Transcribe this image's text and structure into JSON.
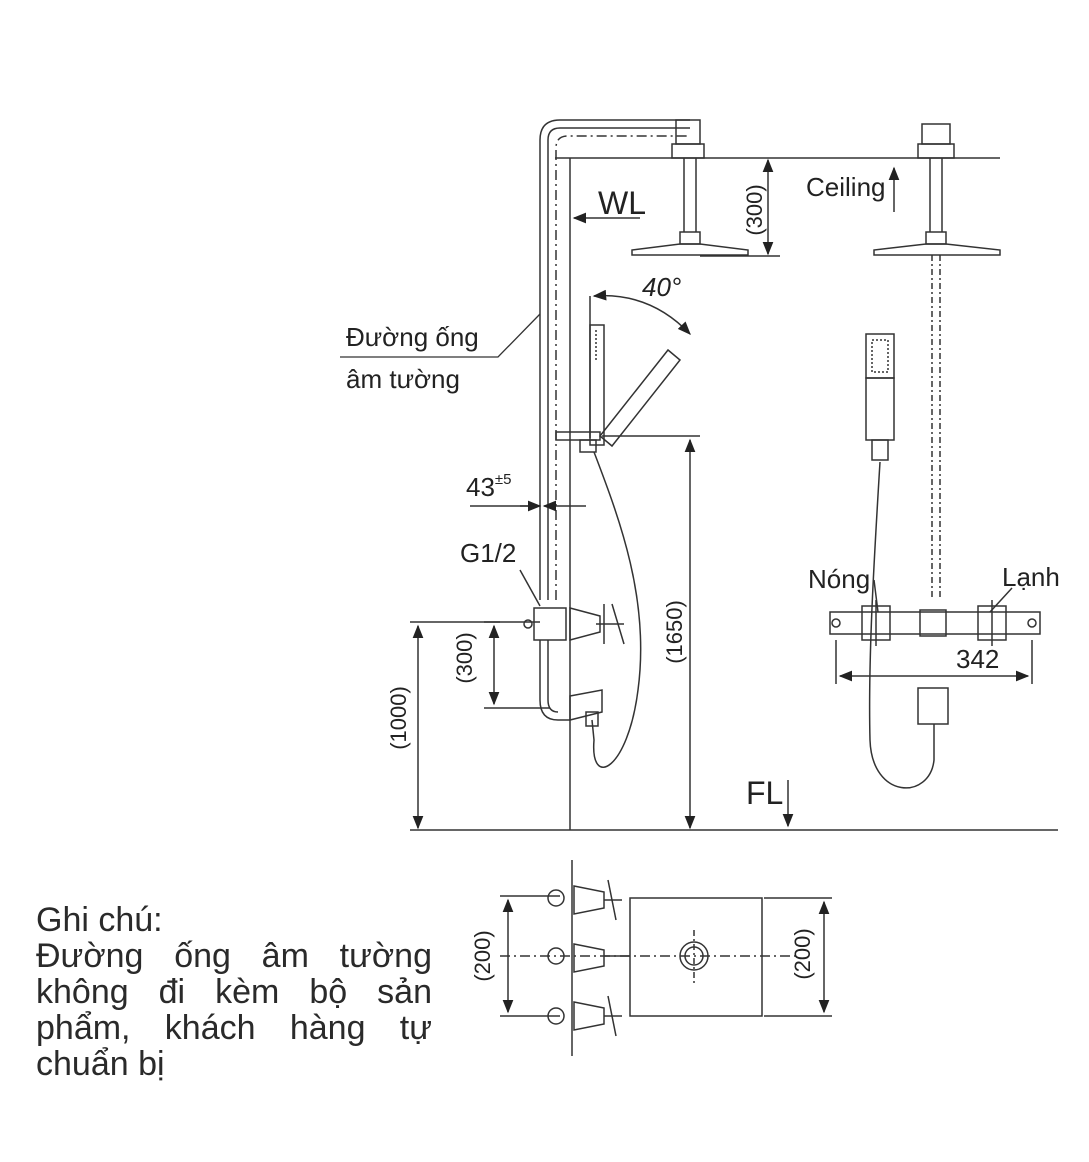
{
  "labels": {
    "wl": "WL",
    "ceiling": "Ceiling",
    "fl": "FL",
    "angle": "40°",
    "pipe_line1": "Đường ống",
    "pipe_line2": "âm tường",
    "offset_base": "43",
    "offset_tol": "±5",
    "thread": "G1/2",
    "hot": "Nóng",
    "cold": "Lạnh"
  },
  "dimensions": {
    "ceiling_drop": "(300)",
    "handshower_height": "(1650)",
    "valve_spacing": "(300)",
    "mixer_height": "(1000)",
    "mixer_width": "342",
    "plan_left": "(200)",
    "plan_right": "(200)"
  },
  "note": {
    "title": "Ghi chú:",
    "body": "Đường ống âm tường không đi kèm bộ sản phẩm, khách hàng tự chuẩn bị"
  }
}
